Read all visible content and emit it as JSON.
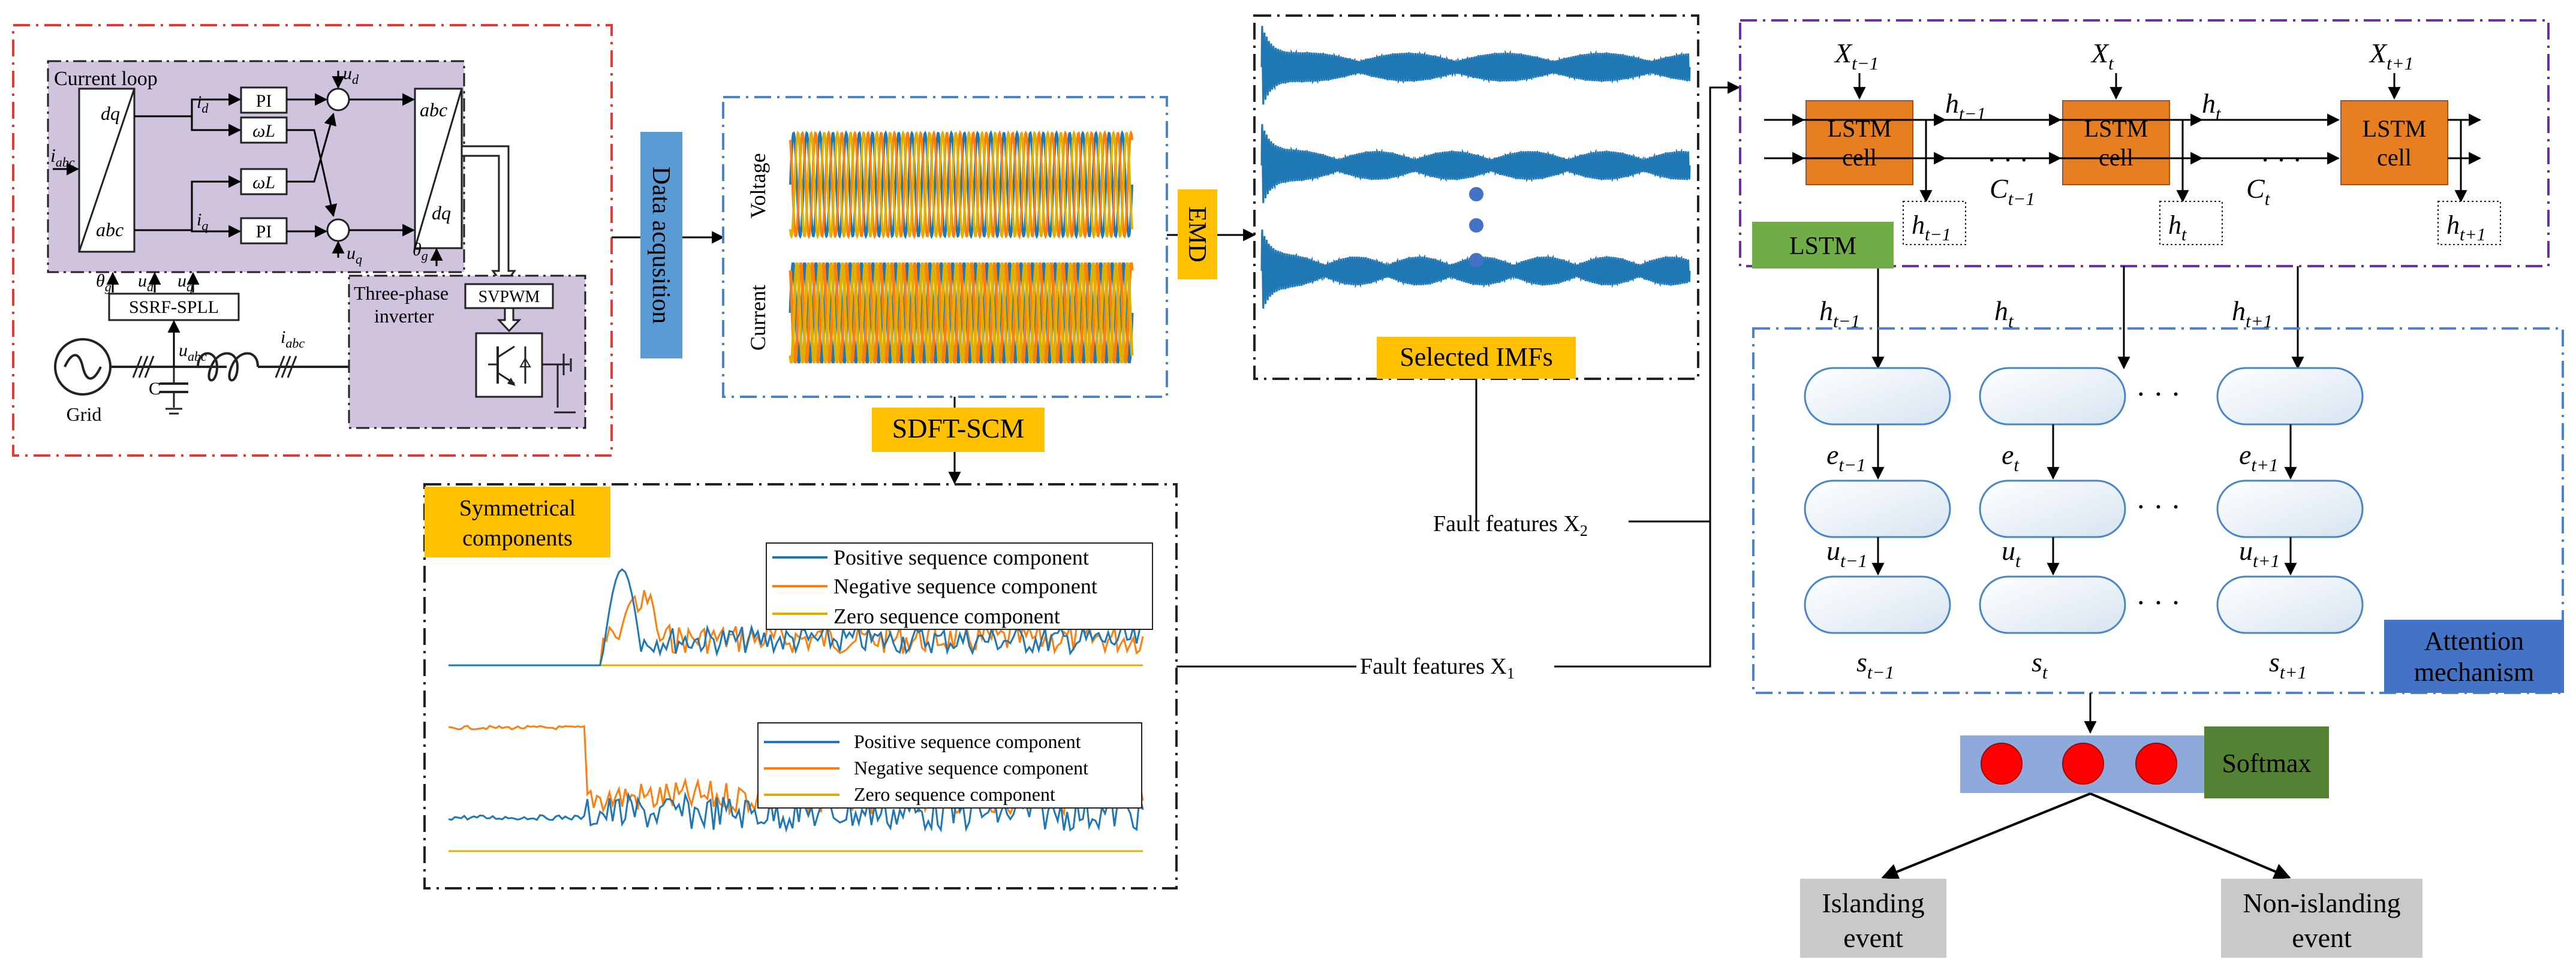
{
  "colors": {
    "purple_bg": "#cfc3dd",
    "data_acq": "#5b9bd5",
    "orange_tag": "#ffc000",
    "lstm_cell": "#e67e22",
    "lstm_tag": "#70ad47",
    "attention_tag": "#4472c4",
    "softmax_tag": "#548235",
    "event_box": "#c9c9c9",
    "softmax_bar": "#8eaadb",
    "dot_red": "#ff0000",
    "phase_a": "#1f77b4",
    "phase_b": "#ff7f0e",
    "phase_c": "#e0b000",
    "frame_red": "#e53935",
    "frame_blue": "#4a86c5",
    "frame_purple": "#7030a0"
  },
  "left_block": {
    "current_loop": "Current loop",
    "ssrf_spll": "SSRF-SPLL",
    "three_phase_inverter_1": "Three-phase",
    "three_phase_inverter_2": "inverter",
    "svpwm": "SVPWM",
    "grid": "Grid",
    "capacitor": "C",
    "pi_1": "PI",
    "pi_2": "PI",
    "omega_l_1": "ωL",
    "omega_l_2": "ωL",
    "dq_in": "dq",
    "abc_in": "abc",
    "abc_out": "abc",
    "dq_out": "dq",
    "i_abc_in": "i",
    "i_abc_in_sub": "abc",
    "i_d": "i",
    "i_d_sub": "d",
    "i_q": "i",
    "i_q_sub": "q",
    "u_d": "u",
    "u_d_sub": "d",
    "u_q": "u",
    "u_q_sub": "q",
    "theta_g": "θ",
    "theta_g_sub": "g",
    "theta_g2": "θ",
    "theta_g2_sub": "g",
    "u_d2": "u",
    "u_d2_sub": "d",
    "u_q2": "u",
    "u_q2_sub": "q",
    "u_abc": "u",
    "u_abc_sub": "abc",
    "i_abc_out": "i",
    "i_abc_out_sub": "abc"
  },
  "data_acquisition": "Data acqusition",
  "waveforms": {
    "voltage_label": "Voltage",
    "current_label": "Current"
  },
  "emd": "EMD",
  "selected_imfs": "Selected IMFs",
  "sdft_scm": "SDFT-SCM",
  "symmetrical_components": {
    "title_1": "Symmetrical",
    "title_2": "components",
    "legend_top": [
      "Positive sequence component",
      "Negative sequence component",
      "Zero sequence component"
    ],
    "legend_bottom": [
      "Positive sequence component",
      "Negative sequence component",
      "Zero sequence component"
    ]
  },
  "fault_features_x1": "Fault features X",
  "fault_features_x1_sub": "1",
  "fault_features_x2": "Fault features X",
  "fault_features_x2_sub": "2",
  "lstm": {
    "tag": "LSTM",
    "cell_line1": "LSTM",
    "cell_line2": "cell",
    "inputs": [
      {
        "sym": "X",
        "sub": "t−1"
      },
      {
        "sym": "X",
        "sub": "t"
      },
      {
        "sym": "X",
        "sub": "t+1"
      }
    ],
    "h_top": [
      {
        "sym": "h",
        "sub": "t−1"
      },
      {
        "sym": "h",
        "sub": "t"
      }
    ],
    "c_labels": [
      {
        "sym": "C",
        "sub": "t−1"
      },
      {
        "sym": "C",
        "sub": "t"
      }
    ],
    "h_box": [
      {
        "sym": "h",
        "sub": "t−1"
      },
      {
        "sym": "h",
        "sub": "t"
      },
      {
        "sym": "h",
        "sub": "t+1"
      }
    ],
    "ellipsis": "· · ·"
  },
  "attention": {
    "tag_1": "Attention",
    "tag_2": "mechanism",
    "h_in": [
      {
        "sym": "h",
        "sub": "t−1"
      },
      {
        "sym": "h",
        "sub": "t"
      },
      {
        "sym": "h",
        "sub": "t+1"
      }
    ],
    "e": [
      {
        "sym": "e",
        "sub": "t−1"
      },
      {
        "sym": "e",
        "sub": "t"
      },
      {
        "sym": "e",
        "sub": "t+1"
      }
    ],
    "u": [
      {
        "sym": "u",
        "sub": "t−1"
      },
      {
        "sym": "u",
        "sub": "t"
      },
      {
        "sym": "u",
        "sub": "t+1"
      }
    ],
    "s": [
      {
        "sym": "s",
        "sub": "t−1"
      },
      {
        "sym": "s",
        "sub": "t"
      },
      {
        "sym": "s",
        "sub": "t+1"
      }
    ],
    "ellipsis": "· · ·"
  },
  "softmax": "Softmax",
  "outputs": {
    "islanding_1": "Islanding",
    "islanding_2": "event",
    "non_islanding_1": "Non-islanding",
    "non_islanding_2": "event"
  }
}
